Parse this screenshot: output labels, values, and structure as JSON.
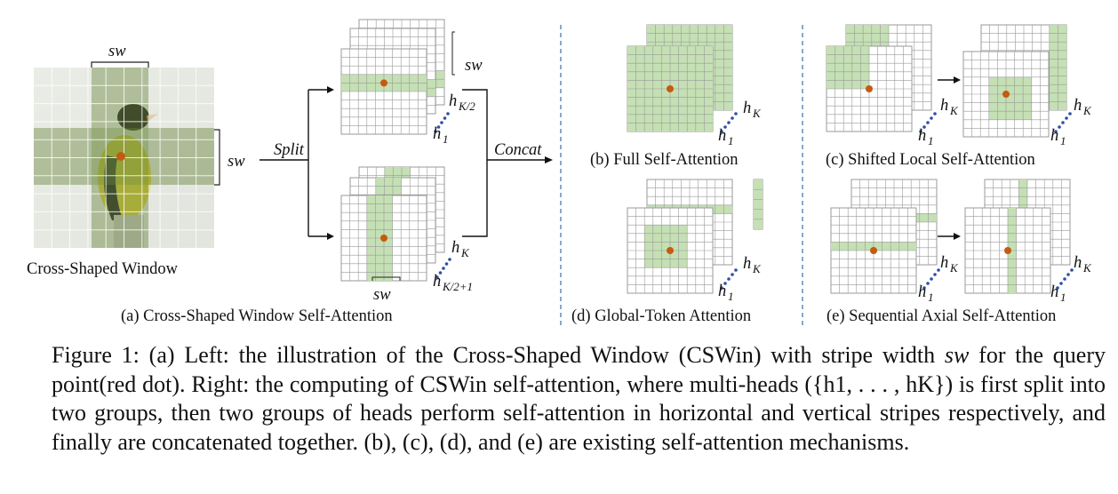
{
  "figure": {
    "sw_label": "sw",
    "split_label": "Split",
    "concat_label": "Concat",
    "cross_window_label": "Cross-Shaped Window",
    "h_half": "h",
    "h_half_sub": "K/2",
    "h_one": "h",
    "h_one_sub": "1",
    "h_k": "h",
    "h_k_sub": "K",
    "h_half1_sub": "K/2+1",
    "subcaptions": {
      "a": "(a) Cross-Shaped Window Self-Attention",
      "b": "(b) Full Self-Attention",
      "c": "(c) Shifted Local Self-Attention",
      "d": "(d) Global-Token Attention",
      "e": "(e) Sequential Axial Self-Attention"
    },
    "colors": {
      "highlight": "#c5e0b4",
      "query_dot": "#c55a11",
      "dots": "#2f4fa3",
      "divider": "#4a7ab5",
      "grid": "#9a9a9a"
    }
  },
  "caption": {
    "line1": "Figure 1: (a) Left: the illustration of the Cross-Shaped Window (CSWin) with stripe width",
    "line1_math": "sw",
    "rest": "for the query point(red dot). Right: the computing of CSWin self-attention, where multi-heads ({h1, . . . , hK}) is first split into two groups, then two groups of heads perform self-attention in horizontal and vertical stripes respectively, and finally are concatenated together. (b), (c), (d), and (e) are existing self-attention mechanisms."
  }
}
